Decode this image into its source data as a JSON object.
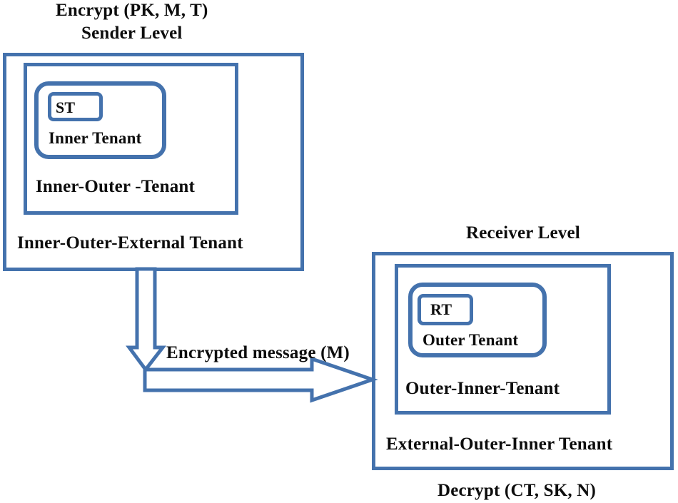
{
  "diagram": {
    "title": "Encryption / Decryption multi-level tenant diagram",
    "accent_color": "#4472ad",
    "text_color": "#0d0d0d",
    "background_color": "#ffffff"
  },
  "sender": {
    "operation_label": "Encrypt (PK, M, T)",
    "level_label": "Sender Level",
    "outer_box_label": "Inner-Outer-External Tenant",
    "mid_box_label": "Inner-Outer -Tenant",
    "round_box_label": "Inner Tenant",
    "chip_label": "ST"
  },
  "receiver": {
    "operation_label": "Decrypt (CT, SK, N)",
    "level_label": "Receiver Level",
    "outer_box_label": "External-Outer-Inner Tenant",
    "mid_box_label": "Outer-Inner-Tenant",
    "round_box_label": "Outer Tenant",
    "chip_label": "RT"
  },
  "flow": {
    "message_label": "Encrypted message (M)",
    "down_arrow_name": "down-arrow",
    "right_arrow_name": "right-arrow"
  }
}
